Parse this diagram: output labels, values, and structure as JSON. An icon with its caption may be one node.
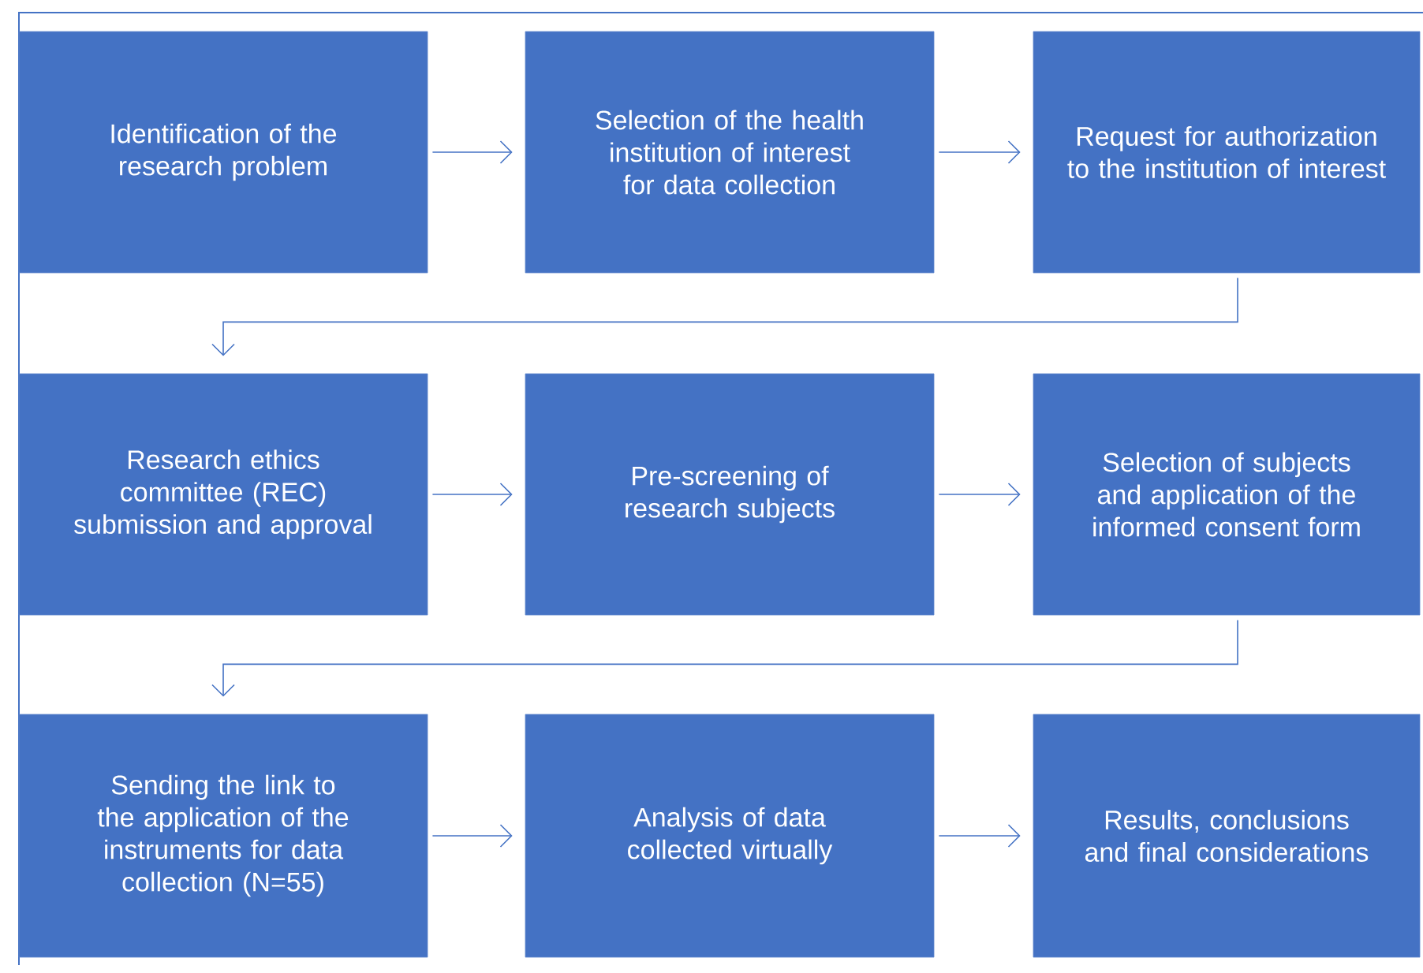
{
  "diagram": {
    "nodes": [
      {
        "text": [
          "Identification of the research problem"
        ]
      },
      {
        "text": [
          "Selection of the health institution of interest for data collection"
        ]
      },
      {
        "text": [
          "Request for authorization to the institution of interest"
        ]
      },
      {
        "text": [
          "Research ethics committee (REC) submission and approval"
        ]
      },
      {
        "text": [
          "Pre-screening of research subjects"
        ]
      },
      {
        "text": [
          "Selection of subjects and application of the informed consent form"
        ]
      },
      {
        "text": [
          "Sending the link to the application of the instruments for data collection (N=55)"
        ]
      },
      {
        "text": [
          "Analysis of data collected virtually"
        ]
      },
      {
        "text": [
          "Results, conclusions and final considerations"
        ]
      }
    ],
    "edges": [
      {
        "from": 0,
        "to": 1,
        "arrow": "to"
      },
      {
        "from": 1,
        "to": 2,
        "arrow": "to"
      },
      {
        "from": 2,
        "to": 3,
        "arrow": "to"
      },
      {
        "from": 3,
        "to": 4,
        "arrow": "to"
      },
      {
        "from": 4,
        "to": 5,
        "arrow": "to"
      },
      {
        "from": 5,
        "to": 6,
        "arrow": "to"
      },
      {
        "from": 6,
        "to": 7,
        "arrow": "to"
      },
      {
        "from": 7,
        "to": 8,
        "arrow": "to"
      }
    ]
  }
}
